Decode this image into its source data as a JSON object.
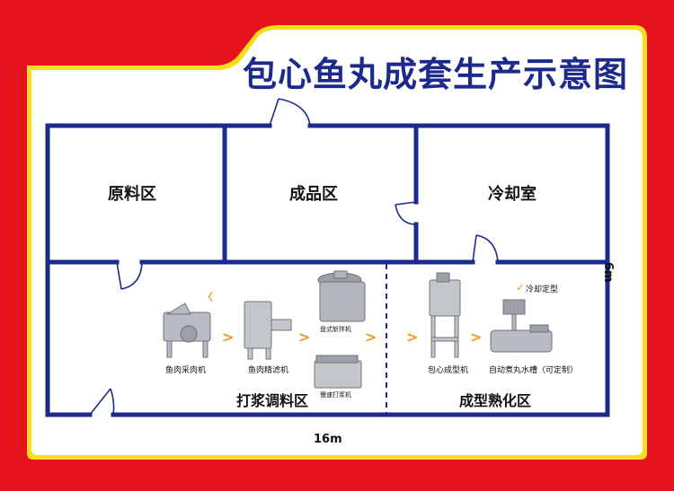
{
  "title": "包心鱼丸成套生产示意图",
  "colors": {
    "frame": "#e5141c",
    "yellow_border": "#f7df1e",
    "wall": "#1d2a8c",
    "arrow": "#f39a1e"
  },
  "rooms": {
    "raw": "原料区",
    "finished": "成品区",
    "cooling": "冷却室",
    "pulping": "打浆调料区",
    "forming": "成型熟化区"
  },
  "machines": {
    "m1": "鱼肉采肉机",
    "m2": "鱼肉精滤机",
    "m3": "盘式斩拌机",
    "m4": "慢速打浆机",
    "m5": "包心成型机",
    "m6": "自动煮丸水槽（可定制）",
    "m7": "冷却定型"
  },
  "dimensions": {
    "width": "16m",
    "depth": "6m"
  }
}
